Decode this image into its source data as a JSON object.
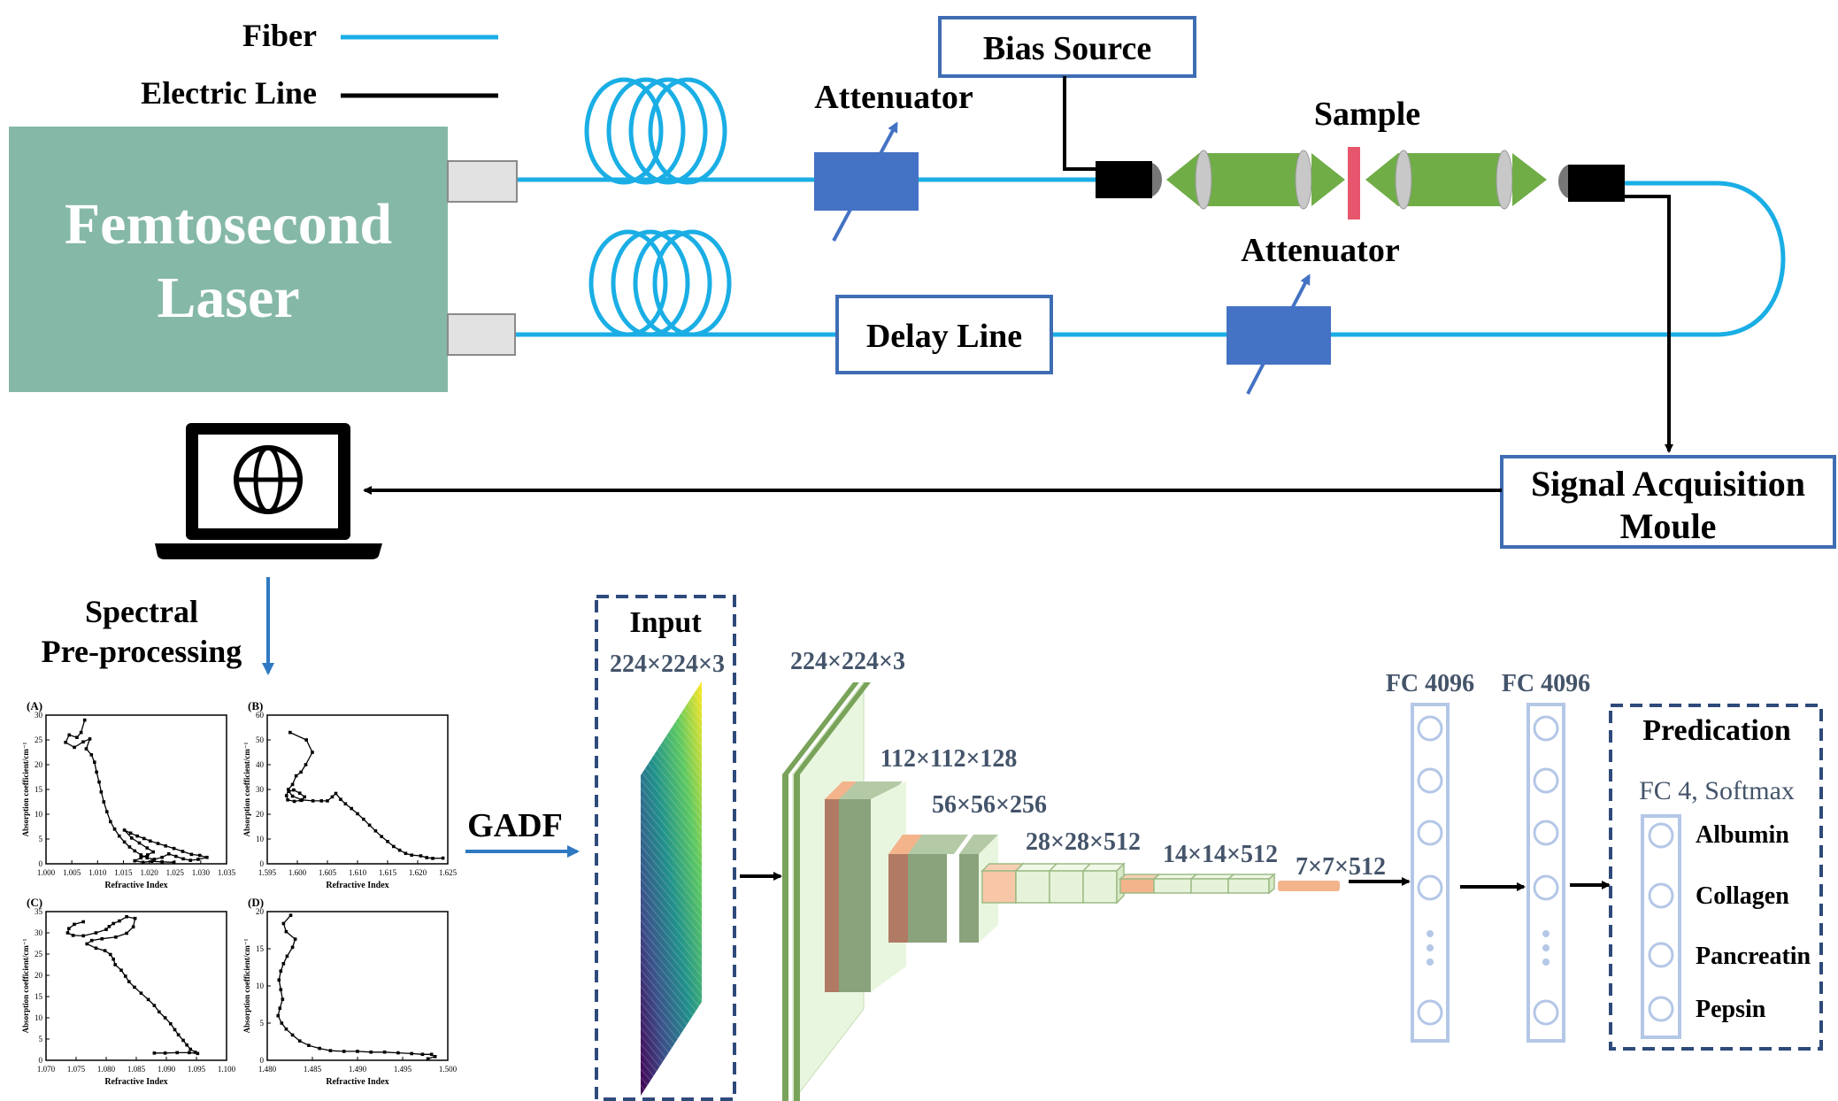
{
  "legend": {
    "fiber_label": "Fiber",
    "electric_label": "Electric Line",
    "fiber_color": "#1aaee5",
    "electric_color": "#000000"
  },
  "setup": {
    "laser_line1": "Femtosecond",
    "laser_line2": "Laser",
    "laser_color": "#85b8a7",
    "bias_source": "Bias Source",
    "attenuator_top": "Attenuator",
    "attenuator_bottom": "Attenuator",
    "sample": "Sample",
    "delay_line": "Delay Line",
    "signal_line1": "Signal Acquisition",
    "signal_line2": "Moule",
    "box_border_color": "#3f6db3",
    "attenuator_color": "#4472c4",
    "lens_color": "#70ad47",
    "sample_color": "#e8566d"
  },
  "computer": {
    "icon": "laptop-globe-icon"
  },
  "preprocessing": {
    "line1": "Spectral",
    "line2": "Pre-processing",
    "x_axis_label": "Refractive Index",
    "y_axis_label": "Absorption coefficient/cm⁻¹"
  },
  "charts": [
    {
      "panel": "(A)",
      "xticks": [
        "1.000",
        "1.005",
        "1.010",
        "1.015",
        "1.020",
        "1.025",
        "1.030",
        "1.035"
      ],
      "yticks": [
        "0",
        "5",
        "10",
        "15",
        "20",
        "25",
        "30"
      ],
      "xlim": [
        1.0,
        1.035
      ],
      "ylim": [
        0,
        30
      ],
      "points": [
        [
          1.0075,
          29
        ],
        [
          1.0068,
          26.5
        ],
        [
          1.006,
          25.5
        ],
        [
          1.0045,
          26
        ],
        [
          1.0038,
          24.5
        ],
        [
          1.0055,
          23.5
        ],
        [
          1.0072,
          24.6
        ],
        [
          1.0085,
          25.2
        ],
        [
          1.0078,
          23.2
        ],
        [
          1.0088,
          22
        ],
        [
          1.0094,
          20.5
        ],
        [
          1.0098,
          18.5
        ],
        [
          1.0103,
          16.5
        ],
        [
          1.0107,
          14.5
        ],
        [
          1.0112,
          12.5
        ],
        [
          1.0118,
          10.5
        ],
        [
          1.0125,
          8.5
        ],
        [
          1.0133,
          7
        ],
        [
          1.0142,
          5.6
        ],
        [
          1.0152,
          4.4
        ],
        [
          1.0162,
          3.4
        ],
        [
          1.0172,
          2.6
        ],
        [
          1.0184,
          1.8
        ],
        [
          1.0196,
          1.2
        ],
        [
          1.021,
          0.9
        ],
        [
          1.0225,
          1.3
        ],
        [
          1.0238,
          2
        ],
        [
          1.0252,
          1.5
        ],
        [
          1.0266,
          1
        ],
        [
          1.028,
          0.7
        ],
        [
          1.0295,
          0.9
        ],
        [
          1.0312,
          1.3
        ],
        [
          1.0298,
          1.7
        ],
        [
          1.0282,
          1.9
        ],
        [
          1.0265,
          2.5
        ],
        [
          1.0248,
          3.1
        ],
        [
          1.0232,
          3.6
        ],
        [
          1.0217,
          4.1
        ],
        [
          1.0202,
          4.6
        ],
        [
          1.019,
          5.1
        ],
        [
          1.0177,
          5.6
        ],
        [
          1.0164,
          6.2
        ],
        [
          1.0152,
          6.8
        ],
        [
          1.0166,
          5.2
        ],
        [
          1.0181,
          4.2
        ],
        [
          1.0196,
          3.2
        ],
        [
          1.0208,
          2.4
        ],
        [
          1.0197,
          1.8
        ],
        [
          1.0184,
          1.2
        ],
        [
          1.0172,
          0.6
        ],
        [
          1.0188,
          0.3
        ],
        [
          1.0205,
          0.5
        ],
        [
          1.0225,
          0.4
        ],
        [
          1.0248,
          0.3
        ]
      ]
    },
    {
      "panel": "(B)",
      "xticks": [
        "1.595",
        "1.600",
        "1.605",
        "1.610",
        "1.615",
        "1.620",
        "1.625"
      ],
      "yticks": [
        "0",
        "10",
        "20",
        "30",
        "40",
        "50",
        "60"
      ],
      "xlim": [
        1.595,
        1.625
      ],
      "ylim": [
        0,
        60
      ],
      "points": [
        [
          1.5988,
          53
        ],
        [
          1.6015,
          50
        ],
        [
          1.6025,
          45
        ],
        [
          1.6014,
          40
        ],
        [
          1.6006,
          37
        ],
        [
          1.5998,
          35.5
        ],
        [
          1.5992,
          32
        ],
        [
          1.5985,
          30
        ],
        [
          1.5982,
          27.5
        ],
        [
          1.5984,
          25.8
        ],
        [
          1.5995,
          25.2
        ],
        [
          1.6006,
          25.6
        ],
        [
          1.6012,
          27
        ],
        [
          1.6004,
          28.5
        ],
        [
          1.5994,
          29.8
        ],
        [
          1.5986,
          29.2
        ],
        [
          1.5992,
          27.3
        ],
        [
          1.6008,
          25.8
        ],
        [
          1.6026,
          25.4
        ],
        [
          1.604,
          25.4
        ],
        [
          1.605,
          25.4
        ],
        [
          1.6058,
          27
        ],
        [
          1.6064,
          28.4
        ],
        [
          1.6072,
          26
        ],
        [
          1.608,
          24.2
        ],
        [
          1.609,
          22.3
        ],
        [
          1.61,
          20.2
        ],
        [
          1.611,
          18
        ],
        [
          1.612,
          15.6
        ],
        [
          1.613,
          13.3
        ],
        [
          1.614,
          11
        ],
        [
          1.615,
          9
        ],
        [
          1.616,
          7
        ],
        [
          1.617,
          5.5
        ],
        [
          1.618,
          4.2
        ],
        [
          1.619,
          3.5
        ],
        [
          1.6205,
          3.2
        ],
        [
          1.6215,
          2.5
        ],
        [
          1.6225,
          2.2
        ],
        [
          1.6242,
          2.3
        ]
      ]
    },
    {
      "panel": "(C)",
      "xticks": [
        "1.070",
        "1.075",
        "1.080",
        "1.085",
        "1.090",
        "1.095",
        "1.100"
      ],
      "yticks": [
        "0",
        "5",
        "10",
        "15",
        "20",
        "25",
        "30",
        "35"
      ],
      "xlim": [
        1.07,
        1.1
      ],
      "ylim": [
        0,
        35
      ],
      "points": [
        [
          1.0762,
          32.6
        ],
        [
          1.0747,
          32
        ],
        [
          1.0738,
          31
        ],
        [
          1.0736,
          30
        ],
        [
          1.0745,
          29.4
        ],
        [
          1.0762,
          29.3
        ],
        [
          1.0783,
          30
        ],
        [
          1.08,
          30.8
        ],
        [
          1.0805,
          31.5
        ],
        [
          1.0812,
          32.2
        ],
        [
          1.0822,
          32.8
        ],
        [
          1.0834,
          33.8
        ],
        [
          1.0848,
          33.4
        ],
        [
          1.0845,
          31.4
        ],
        [
          1.0834,
          29.9
        ],
        [
          1.0816,
          29
        ],
        [
          1.0793,
          28.6
        ],
        [
          1.0776,
          28.2
        ],
        [
          1.0768,
          27.4
        ],
        [
          1.0783,
          26.4
        ],
        [
          1.0798,
          25.8
        ],
        [
          1.0807,
          24.9
        ],
        [
          1.0812,
          23.8
        ],
        [
          1.0815,
          22.5
        ],
        [
          1.0825,
          21.2
        ],
        [
          1.0832,
          19.8
        ],
        [
          1.0838,
          18.5
        ],
        [
          1.0847,
          17.2
        ],
        [
          1.0858,
          15.8
        ],
        [
          1.087,
          14.3
        ],
        [
          1.088,
          12.9
        ],
        [
          1.0888,
          11.4
        ],
        [
          1.0898,
          10
        ],
        [
          1.0907,
          8.6
        ],
        [
          1.0914,
          7.2
        ],
        [
          1.092,
          6
        ],
        [
          1.0928,
          4.7
        ],
        [
          1.0934,
          3.6
        ],
        [
          1.094,
          2.6
        ],
        [
          1.0948,
          1.9
        ],
        [
          1.0952,
          1.6
        ],
        [
          1.0938,
          1.8
        ],
        [
          1.0918,
          1.8
        ],
        [
          1.0898,
          1.7
        ],
        [
          1.088,
          1.7
        ]
      ]
    },
    {
      "panel": "(D)",
      "xticks": [
        "1.480",
        "1.485",
        "1.490",
        "1.495",
        "1.500"
      ],
      "yticks": [
        "0",
        "5",
        "10",
        "15",
        "20"
      ],
      "xlim": [
        1.48,
        1.5
      ],
      "ylim": [
        0,
        20
      ],
      "points": [
        [
          1.4826,
          19.5
        ],
        [
          1.4818,
          18.4
        ],
        [
          1.4821,
          17.3
        ],
        [
          1.4831,
          16.3
        ],
        [
          1.4828,
          15.2
        ],
        [
          1.4822,
          14
        ],
        [
          1.4818,
          13
        ],
        [
          1.4815,
          12
        ],
        [
          1.4813,
          10.8
        ],
        [
          1.4815,
          9.5
        ],
        [
          1.4817,
          8.2
        ],
        [
          1.4814,
          7
        ],
        [
          1.4812,
          6
        ],
        [
          1.4816,
          5
        ],
        [
          1.4821,
          4.2
        ],
        [
          1.4828,
          3.4
        ],
        [
          1.4836,
          2.6
        ],
        [
          1.4846,
          2
        ],
        [
          1.4858,
          1.6
        ],
        [
          1.487,
          1.3
        ],
        [
          1.4885,
          1.2
        ],
        [
          1.49,
          1.2
        ],
        [
          1.4915,
          1.1
        ],
        [
          1.493,
          1.1
        ],
        [
          1.4945,
          1
        ],
        [
          1.496,
          0.9
        ],
        [
          1.4972,
          0.8
        ],
        [
          1.4982,
          0.8
        ],
        [
          1.4986,
          0.5
        ],
        [
          1.4978,
          0.2
        ]
      ]
    }
  ],
  "gadf_label": "GADF",
  "cnn": {
    "input_title": "Input",
    "input_dims": "224×224×3",
    "layer_dims": [
      "224×224×3",
      "112×112×128",
      "56×56×256",
      "28×28×512",
      "14×14×512",
      "7×7×512"
    ],
    "fc1": "FC 4096",
    "fc2": "FC 4096",
    "conv_color": "#79a35a",
    "pool_color": "#f3b48c",
    "prediction_title": "Predication",
    "prediction_subtitle": "FC 4, Softmax",
    "classes": [
      "Albumin",
      "Collagen",
      "Pancreatin",
      "Pepsin"
    ]
  }
}
